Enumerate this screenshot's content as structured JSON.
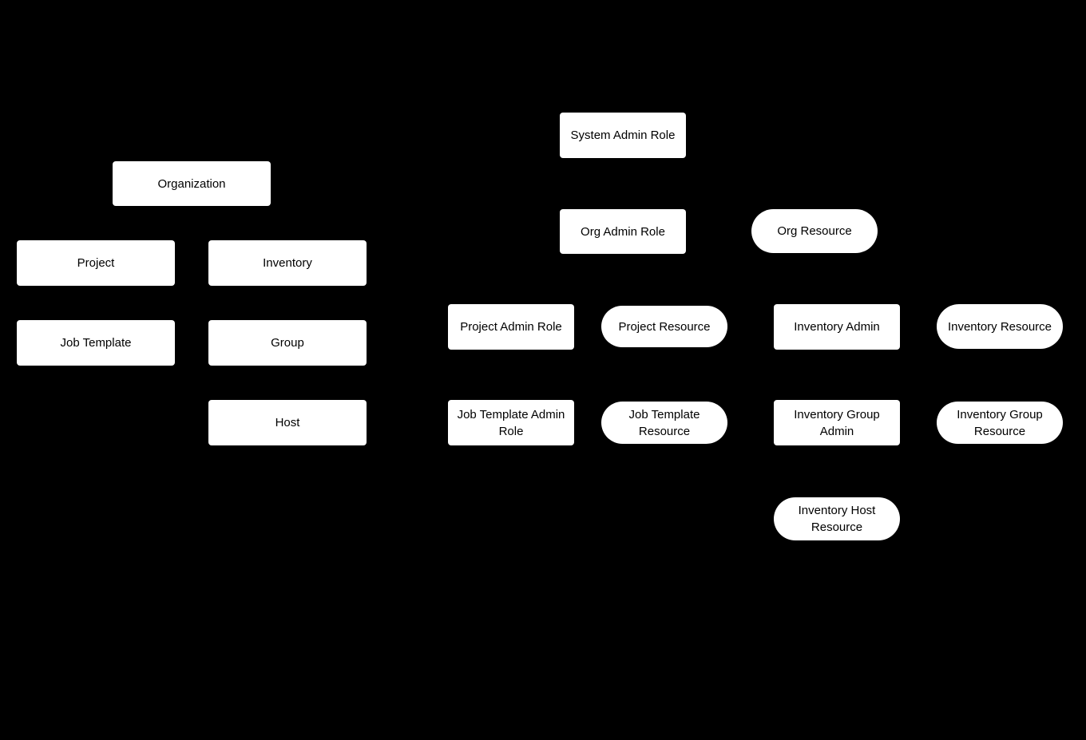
{
  "canvas": {
    "background_color": "#000000",
    "node_fill_color": "#ffffff",
    "node_text_color": "#000000"
  },
  "nodes": [
    {
      "id": "organization",
      "label": "Organization",
      "shape": "rect"
    },
    {
      "id": "project",
      "label": "Project",
      "shape": "rect"
    },
    {
      "id": "inventory",
      "label": "Inventory",
      "shape": "rect"
    },
    {
      "id": "job-template",
      "label": "Job Template",
      "shape": "rect"
    },
    {
      "id": "group",
      "label": "Group",
      "shape": "rect"
    },
    {
      "id": "host",
      "label": "Host",
      "shape": "rect"
    },
    {
      "id": "system-admin-role",
      "label": "System Admin Role",
      "shape": "rect"
    },
    {
      "id": "org-admin-role",
      "label": "Org Admin Role",
      "shape": "rect"
    },
    {
      "id": "org-resource",
      "label": "Org Resource",
      "shape": "pill"
    },
    {
      "id": "project-admin-role",
      "label": "Project Admin Role",
      "shape": "rect"
    },
    {
      "id": "project-resource",
      "label": "Project Resource",
      "shape": "pill"
    },
    {
      "id": "inventory-admin",
      "label": "Inventory Admin",
      "shape": "rect"
    },
    {
      "id": "inventory-resource",
      "label": "Inventory Resource",
      "shape": "pill"
    },
    {
      "id": "job-template-admin-role",
      "label": "Job Template Admin Role",
      "shape": "rect"
    },
    {
      "id": "job-template-resource",
      "label": "Job Template Resource",
      "shape": "pill"
    },
    {
      "id": "inventory-group-admin",
      "label": "Inventory Group Admin",
      "shape": "rect"
    },
    {
      "id": "inventory-group-resource",
      "label": "Inventory Group Resource",
      "shape": "pill"
    },
    {
      "id": "inventory-host-resource",
      "label": "Inventory Host Resource",
      "shape": "pill"
    }
  ]
}
